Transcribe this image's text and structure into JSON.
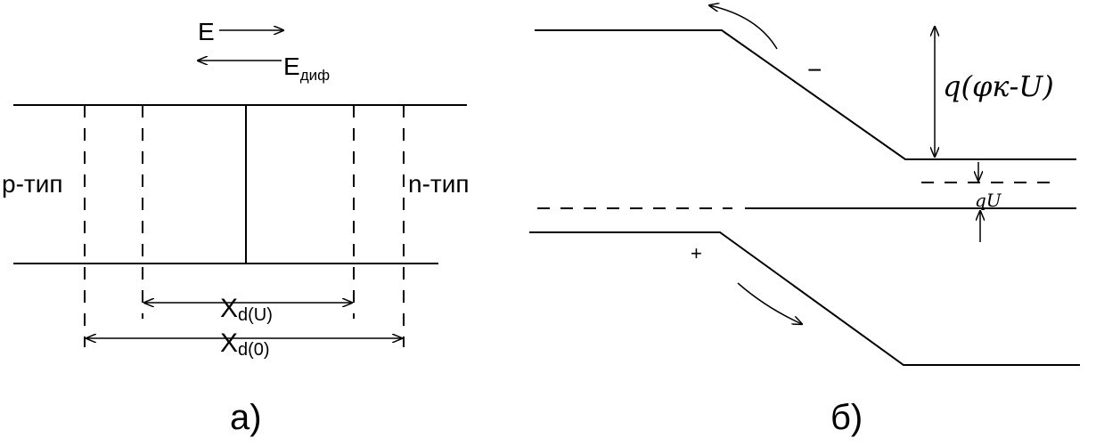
{
  "panel_a": {
    "field_label": "E",
    "diff_field_label": "E",
    "diff_field_sub": "диф",
    "p_type_label": "p-тип",
    "n_type_label": "n-тип",
    "width_u_label": "X",
    "width_u_sub": "d(U)",
    "width_0_label": "X",
    "width_0_sub": "d(0)",
    "caption": "а)"
  },
  "panel_b": {
    "barrier_label": "q(φк-U)",
    "bias_label": "qU",
    "minus_sign": "−",
    "plus_sign": "+",
    "caption": "б)"
  }
}
